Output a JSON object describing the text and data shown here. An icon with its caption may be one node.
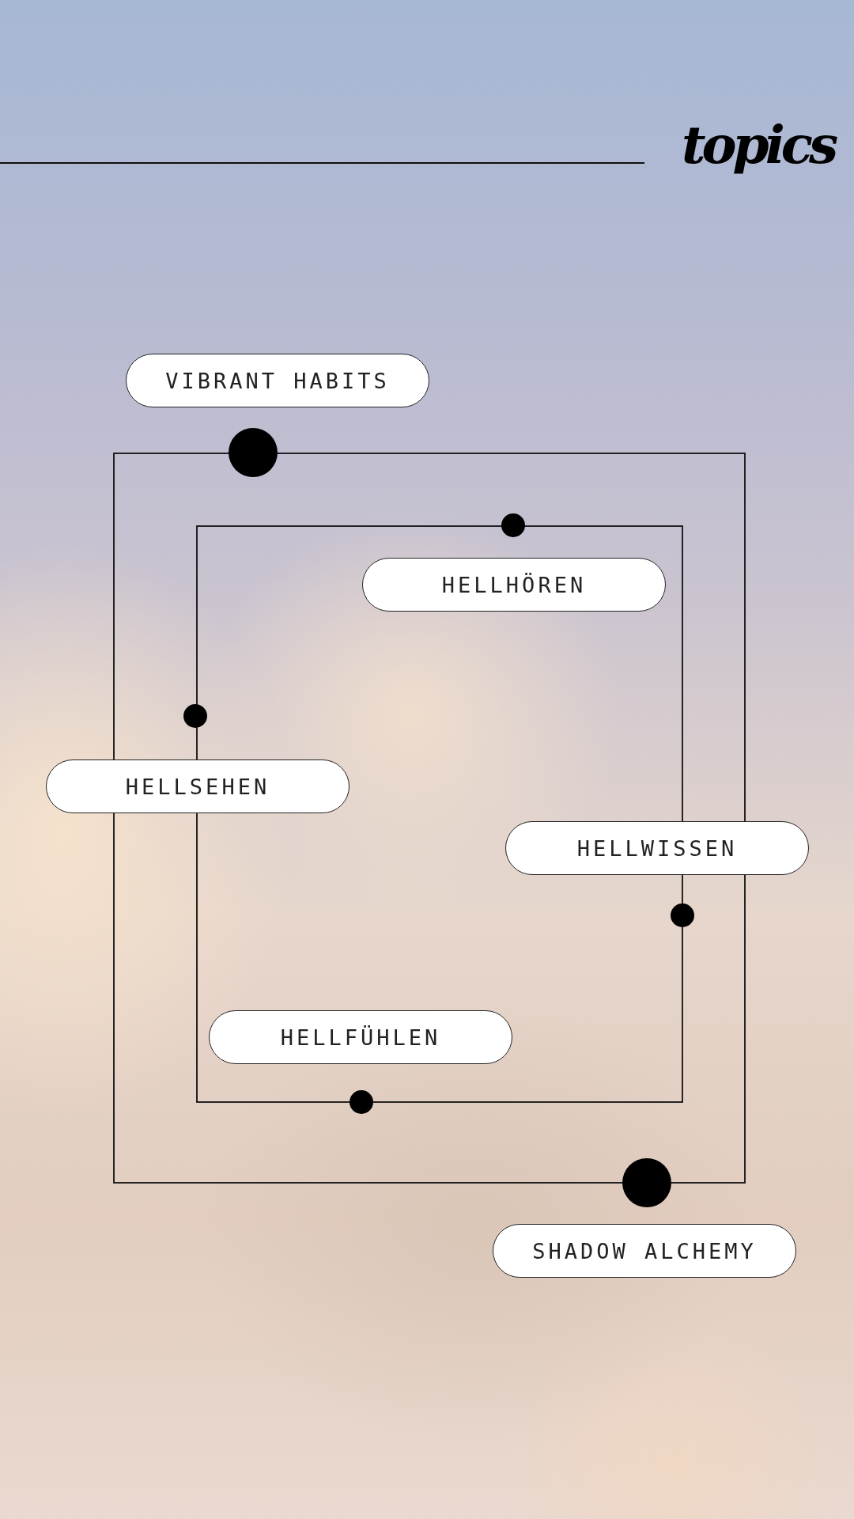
{
  "diagram": {
    "title": "topics",
    "nodes": [
      {
        "text": [
          "VIBRANT HABITS"
        ]
      },
      {
        "text": [
          "HELLHÖREN"
        ]
      },
      {
        "text": [
          "HELLSEHEN"
        ]
      },
      {
        "text": [
          "HELLWISSEN"
        ]
      },
      {
        "text": [
          "HELLFÜHLEN"
        ]
      },
      {
        "text": [
          "SHADOW ALCHEMY"
        ]
      }
    ]
  }
}
